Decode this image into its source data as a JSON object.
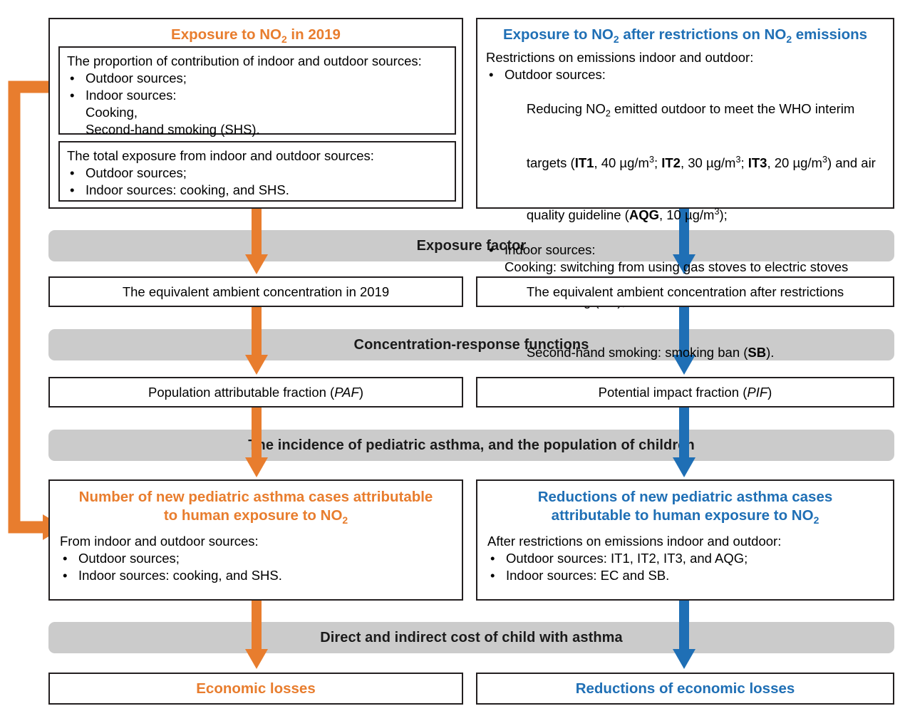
{
  "diagram": {
    "colors": {
      "orange": "#E87D2E",
      "blue": "#1F6FB5",
      "band_gray": "#CBCBCB",
      "border": "#231F20",
      "background": "#FFFFFF"
    },
    "left_column": {
      "header": "Exposure to NO2 in 2019",
      "panel_a": {
        "intro": "The proportion of contribution of indoor and outdoor sources:",
        "bullets": [
          "Outdoor sources;",
          "Indoor sources:"
        ],
        "sub_lines": [
          "Cooking,",
          "Second-hand smoking (SHS)."
        ]
      },
      "panel_b": {
        "intro": "The total exposure from indoor and outdoor sources:",
        "bullets": [
          "Outdoor sources;",
          "Indoor sources: cooking, and SHS."
        ]
      },
      "equivalent_concentration": "The equivalent ambient concentration in 2019",
      "fraction": "Population attributable fraction (PAF)",
      "fraction_italic": "PAF",
      "outcome": {
        "title_line1": "Number of new pediatric asthma cases attributable",
        "title_line2": "to human exposure to NO2",
        "intro": "From indoor and outdoor sources:",
        "bullets": [
          "Outdoor sources;",
          "Indoor sources: cooking, and SHS."
        ]
      },
      "economic": "Economic losses"
    },
    "right_column": {
      "header": "Exposure to NO2 after restrictions on NO2 emissions",
      "panel": {
        "intro": "Restrictions on emissions indoor and outdoor:",
        "bullet1": "Outdoor sources:",
        "bullet1_detail_line1": "Reducing NO2 emitted outdoor to meet the WHO interim",
        "bullet1_detail_line2": "targets (IT1, 40 µg/m3; IT2, 30 µg/m3; IT3, 20 µg/m3) and air",
        "bullet1_detail_line3": "quality guideline (AQG, 10 µg/m3);",
        "bullet2": "Indoor sources:",
        "bullet2_detail_line1": "Cooking: switching from using gas stoves to electric stoves",
        "bullet2_detail_line2": "for cooking (EC),",
        "bullet2_detail_line3": "Second-hand smoking: smoking ban (SB).",
        "targets": [
          {
            "code": "IT1",
            "value": "40 µg/m3"
          },
          {
            "code": "IT2",
            "value": "30 µg/m3"
          },
          {
            "code": "IT3",
            "value": "20 µg/m3"
          },
          {
            "code": "AQG",
            "value": "10 µg/m3"
          }
        ],
        "indoor_measures": [
          {
            "code": "EC",
            "label": "electric stoves for cooking"
          },
          {
            "code": "SB",
            "label": "smoking ban"
          }
        ]
      },
      "equivalent_concentration": "The equivalent ambient concentration after restrictions",
      "fraction": "Potential impact fraction (PIF)",
      "fraction_italic": "PIF",
      "outcome": {
        "title_line1": "Reductions of new pediatric asthma cases",
        "title_line2": "attributable to human exposure to NO2",
        "intro": "After restrictions on emissions indoor and outdoor:",
        "bullets": [
          "Outdoor sources: IT1, IT2, IT3, and AQG;",
          "Indoor sources: EC and SB."
        ]
      },
      "economic": "Reductions of economic losses"
    },
    "bands": [
      "Exposure factor",
      "Concentration-response functions",
      "The incidence of pediatric asthma, and the population of children",
      "Direct and indirect cost of child with asthma"
    ],
    "feedback_arrow_label": "feedback from asthma cases back to exposure inputs"
  }
}
